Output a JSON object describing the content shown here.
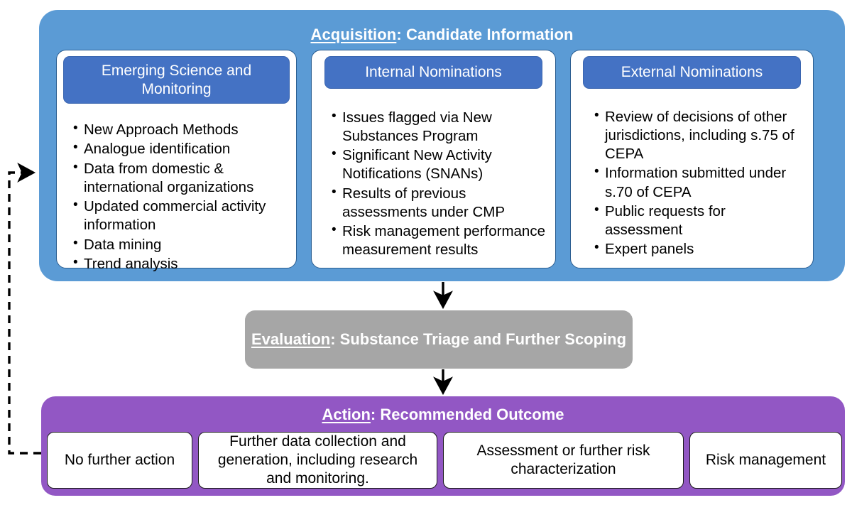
{
  "acquisition": {
    "title_underlined": "Acquisition",
    "title_rest": ": Candidate Information",
    "cards": [
      {
        "header": "Emerging Science and Monitoring",
        "bullets": [
          "New Approach Methods",
          "Analogue identification",
          "Data from domestic & international organizations",
          "Updated commercial activity information",
          "Data mining",
          "Trend analysis"
        ]
      },
      {
        "header": "Internal Nominations",
        "bullets": [
          "Issues flagged via New Substances Program",
          "Significant New Activity Notifications (SNANs)",
          "Results of previous assessments under CMP",
          "Risk management performance measurement results"
        ]
      },
      {
        "header": "External Nominations",
        "bullets": [
          "Review of decisions of other jurisdictions, including s.75 of CEPA",
          "Information submitted under s.70 of CEPA",
          "Public requests for assessment",
          "Expert panels"
        ]
      }
    ]
  },
  "evaluation": {
    "title_underlined": "Evaluation",
    "title_rest": ": Substance Triage and Further Scoping"
  },
  "action": {
    "title_underlined": "Action",
    "title_rest": ": Recommended Outcome",
    "outcomes": [
      "No further action",
      "Further data collection and generation, including research and monitoring.",
      "Assessment or further risk characterization",
      "Risk management"
    ]
  },
  "connectors": {
    "arrow_acquisition_to_evaluation": "down-arrow-icon",
    "arrow_evaluation_to_action": "down-arrow-icon",
    "feedback_loop": "dashed-feedback-arrow-icon"
  },
  "colors": {
    "acquisition_bg": "#5b9bd5",
    "card_header_bg": "#4472c4",
    "evaluation_bg": "#a6a6a6",
    "action_bg": "#9257c4",
    "card_bg": "#ffffff",
    "text_on_fill": "#ffffff",
    "body_text": "#000000"
  }
}
